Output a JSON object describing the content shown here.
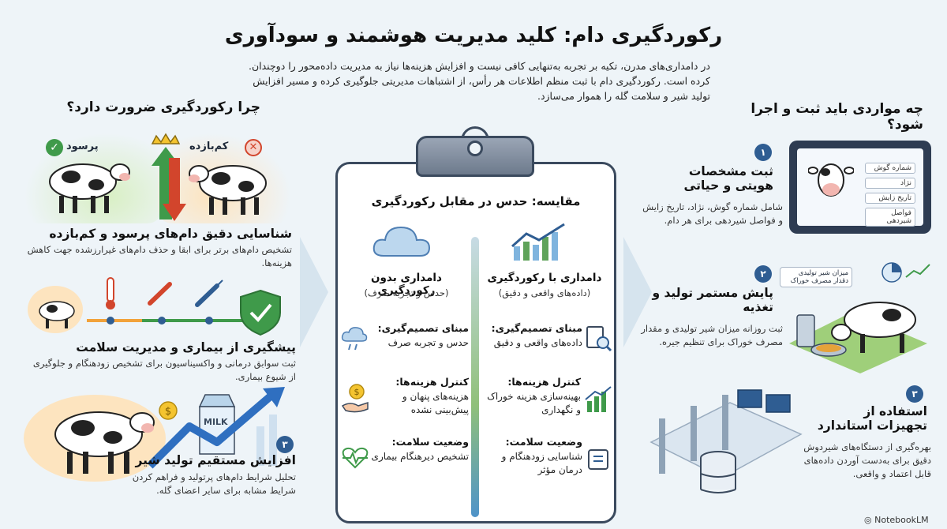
{
  "title": "رکوردگیری دام: کلید مدیریت هوشمند و سودآوری",
  "intro": "در دامداری‌های مدرن، تکیه بر تجربه به‌تنهایی کافی نیست و افزایش هزینه‌ها نیاز به مدیریت داده‌محور را دوچندان. کرده است. رکوردگیری دام با ثبت منظم اطلاعات هر رأس، از اشتباهات مدیریتی جلوگیری کرده و مسیر افزایش تولید شیر و سلامت گله را هموار می‌سازد.",
  "left_column": {
    "heading": "چرا رکوردگیری ضرورت دارد؟",
    "label_productive": "پرسود",
    "label_low_yield": "کم‌بازده",
    "items": [
      {
        "title": "شناسایی دقیق دام‌های پرسود و کم‌بازده",
        "desc": "تشخیص دام‌های برتر برای ابقا و حذف دام‌های غیرارزشده جهت کاهش هزینه‌ها."
      },
      {
        "title": "پیشگیری از بیماری و مدیریت سلامت",
        "desc": "ثبت سوابق درمانی و واکسیناسیون برای تشخیص زودهنگام و جلوگیری از شیوع بیماری."
      },
      {
        "number": "۳",
        "title": "افزایش مستقیم تولید شیر",
        "desc": "تحلیل شرایط دام‌های پرتولید و فراهم کردن شرایط مشابه برای سایر اعضای گله."
      }
    ],
    "milk_label": "MILK"
  },
  "center": {
    "title": "مقایسه: حدس در مقابل رکوردگیری",
    "with": {
      "head": "دامداری با رکوردگیری",
      "sub": "(داده‌های واقعی و دقیق)"
    },
    "without": {
      "head": "دامداری بدون رکوردگیری",
      "sub": "(حدس و تجربه صرف)"
    },
    "rows": [
      {
        "with_title": "مبنای تصمیم‌گیری:",
        "with_desc": "داده‌های واقعی و دقیق",
        "without_title": "مبنای تصمیم‌گیری:",
        "without_desc": "حدس و تجربه صرف"
      },
      {
        "with_title": "کنترل هزینه‌ها:",
        "with_desc": "بهینه‌سازی هزینه خوراک و نگهداری",
        "without_title": "کنترل هزینه‌ها:",
        "without_desc": "هزینه‌های پنهان و پیش‌بینی نشده"
      },
      {
        "with_title": "وضعیت سلامت:",
        "with_desc": "شناسایی زودهنگام و درمان مؤثر",
        "without_title": "وضعیت سلامت:",
        "without_desc": "تشخیص دیرهنگام بیماری"
      }
    ]
  },
  "right_column": {
    "heading": "چه مواردی باید ثبت و اجرا شود؟",
    "items": [
      {
        "number": "۱",
        "title": "ثبت مشخصات هویتی و حیاتی",
        "desc": "شامل شماره گوش، نژاد، تاریخ زایش و فواصل شیردهی برای هر دام."
      },
      {
        "number": "۲",
        "title": "پایش مستمر تولید و تغذیه",
        "desc": "ثبت روزانه میزان شیر تولیدی و مقدار مصرف خوراک برای تنظیم جیره."
      },
      {
        "number": "۳",
        "title": "استفاده از تجهیزات استاندارد",
        "desc": "بهره‌گیری از دستگاه‌های شیردوش دقیق برای به‌دست آوردن داده‌های قابل اعتماد و واقعی."
      }
    ],
    "tablet_fields": [
      "شماره گوش",
      "نژاد",
      "تاریخ زایش",
      "فواصل شیردهی"
    ],
    "monitor_lines": [
      "میزان شیر تولیدی",
      "دقدار مصرف خوراک"
    ]
  },
  "footer": {
    "brand": "NotebookLM"
  },
  "colors": {
    "accent_blue": "#2f5d92",
    "green": "#3f9a4a",
    "red": "#d2452c",
    "orange": "#f2a23a"
  }
}
